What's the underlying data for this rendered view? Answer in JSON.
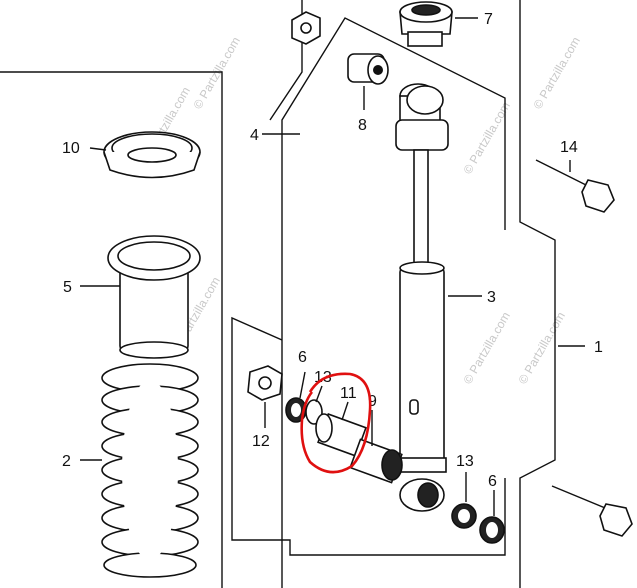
{
  "diagram": {
    "callouts": {
      "c1": "1",
      "c2": "2",
      "c3": "3",
      "c4": "4",
      "c5": "5",
      "c6a": "6",
      "c6b": "6",
      "c7": "7",
      "c8": "8",
      "c9": "9",
      "c10": "10",
      "c11": "11",
      "c12": "12",
      "c13a": "13",
      "c13b": "13",
      "c14": "14"
    },
    "watermark": "© Partzilla.com",
    "highlight_color": "#e01010"
  }
}
